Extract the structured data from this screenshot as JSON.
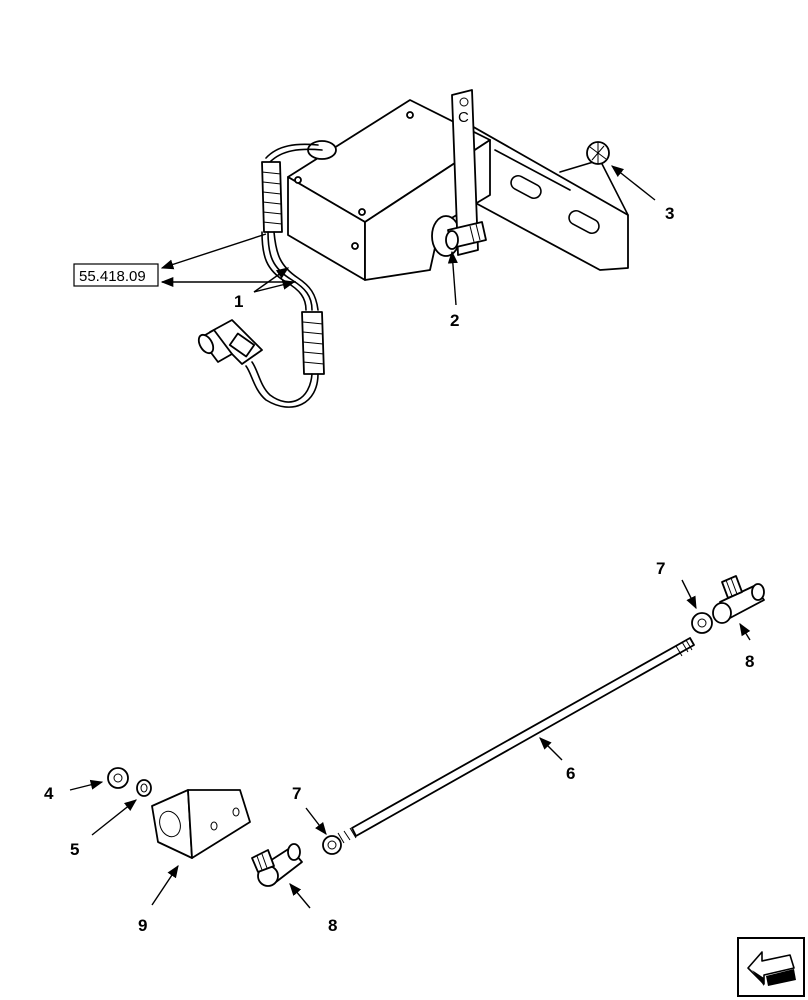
{
  "reference_box": "55.418.09",
  "callouts": {
    "c1": "1",
    "c2": "2",
    "c3": "3",
    "c4": "4",
    "c5": "5",
    "c6": "6",
    "c7a": "7",
    "c7b": "7",
    "c8a": "8",
    "c8b": "8",
    "c9": "9"
  },
  "lever_letter": "C",
  "icons": {
    "nav": "next-page-arrow-icon"
  }
}
